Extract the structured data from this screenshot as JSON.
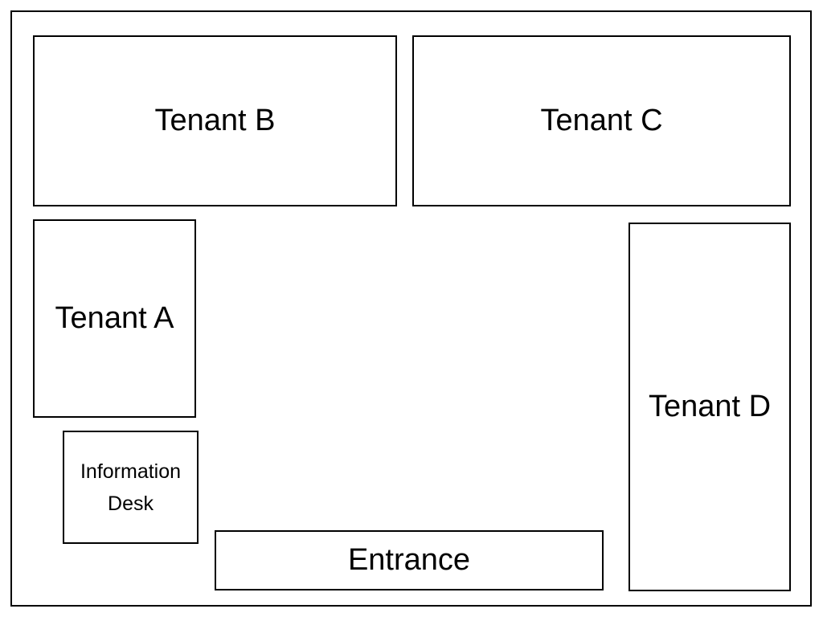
{
  "floor_plan": {
    "rooms": {
      "tenant_b": "Tenant B",
      "tenant_c": "Tenant C",
      "tenant_a": "Tenant A",
      "tenant_d": "Tenant D",
      "info_desk": {
        "line1": "Information",
        "line2": "Desk"
      },
      "entrance": "Entrance"
    },
    "colors": {
      "stroke": "#000000",
      "fill": "#ffffff"
    }
  }
}
